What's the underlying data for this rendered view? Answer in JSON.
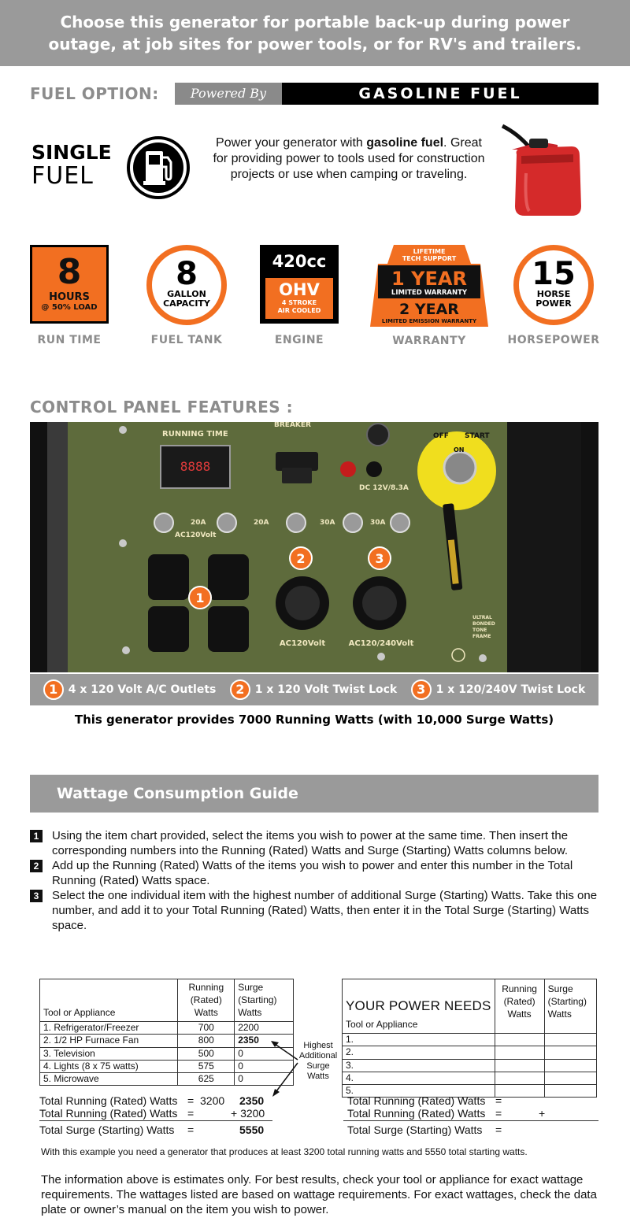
{
  "banner": {
    "line1": "Choose this generator for portable back-up during power",
    "line2": "outage, at job sites for power tools, or for RV's and trailers."
  },
  "fuel_option": {
    "label": "FUEL OPTION:",
    "powered_by": "Powered By",
    "fuel": "GASOLINE FUEL"
  },
  "single_fuel": {
    "line1": "SINGLE",
    "line2": "FUEL",
    "desc_pre": "Power your generator with ",
    "desc_bold": "gasoline fuel",
    "desc_post": ". Great for providing power to tools used for construction projects or use when camping or traveling."
  },
  "specs": {
    "run_time": {
      "big": "8",
      "mid": "HOURS",
      "small": "@ 50% LOAD",
      "caption": "RUN TIME"
    },
    "fuel_tank": {
      "big": "8",
      "l1": "GALLON",
      "l2": "CAPACITY",
      "caption": "FUEL TANK"
    },
    "engine": {
      "cc": "420cc",
      "ohv": "OHV",
      "l1": "4 STROKE",
      "l2": "AIR COOLED",
      "caption": "ENGINE"
    },
    "warranty": {
      "tech1": "LIFETIME",
      "tech2": "TECH SUPPORT",
      "year1": "1 YEAR",
      "limited": "LIMITED WARRANTY",
      "year2": "2 YEAR",
      "emission": "LIMITED EMISSION WARRANTY",
      "caption": "WARRANTY"
    },
    "horsepower": {
      "big": "15",
      "l1": "HORSE",
      "l2": "POWER",
      "caption": "HORSEPOWER"
    }
  },
  "control_panel": {
    "title": "CONTROL PANEL FEATURES :",
    "running_time": "RUNNING TIME",
    "meter": "8888",
    "breaker": "BREAKER",
    "dc": "DC 12V/8.3A",
    "on": "ON",
    "off": "OFF",
    "start": "START",
    "amp20a": "20A",
    "amp20b": "20A",
    "amp30a": "30A",
    "amp30b": "30A",
    "ac120": "AC120Volt",
    "ac120_twist": "AC120Volt",
    "ac120_240": "AC120/240Volt",
    "ground1": "ULTRAL",
    "ground2": "BONDED",
    "ground3": "TONE",
    "ground4": "FRAME",
    "marker1": "1",
    "marker2": "2",
    "marker3": "3"
  },
  "legend": [
    {
      "num": "1",
      "text": "4 x 120 Volt A/C Outlets"
    },
    {
      "num": "2",
      "text": "1 x 120 Volt Twist Lock"
    },
    {
      "num": "3",
      "text": "1 x 120/240V Twist Lock"
    }
  ],
  "watts_statement": "This generator provides 7000 Running Watts (with 10,000 Surge Watts)",
  "guide": {
    "title": "Wattage Consumption Guide",
    "steps": [
      {
        "num": "1",
        "text": "Using the item chart provided, select the items you wish to power at the same time. Then insert the corresponding numbers into the Running (Rated) Watts and Surge (Starting) Watts columns below."
      },
      {
        "num": "2",
        "text": "Add up the Running (Rated) Watts of the items you wish to power and enter this number in the Total Running (Rated) Watts space."
      },
      {
        "num": "3",
        "text": "Select the one individual item with the highest number of additional Surge (Starting) Watts. Take this one number, and add it to your Total Running (Rated) Watts, then enter it in the Total Surge (Starting) Watts space."
      }
    ]
  },
  "example_table": {
    "col_item": "Tool or Appliance",
    "col_run_1": "Running",
    "col_run_2": "(Rated)",
    "col_run_3": "Watts",
    "col_surge_1": "Surge",
    "col_surge_2": "(Starting)",
    "col_surge_3": "Watts",
    "rows": [
      {
        "item": "1. Refrigerator/Freezer",
        "run": "700",
        "surge": "2200"
      },
      {
        "item": "2. 1/2 HP Furnace Fan",
        "run": "800",
        "surge": "2350"
      },
      {
        "item": "3. Television",
        "run": "500",
        "surge": "0"
      },
      {
        "item": "4. Lights (8 x 75 watts)",
        "run": "575",
        "surge": "0"
      },
      {
        "item": "5. Microwave",
        "run": "625",
        "surge": "0"
      }
    ]
  },
  "highest_note": {
    "l1": "Highest",
    "l2": "Additional",
    "l3": "Surge",
    "l4": "Watts"
  },
  "needs_table": {
    "title": "YOUR POWER NEEDS",
    "col_item": "Tool or Appliance",
    "col_run_1": "Running",
    "col_run_2": "(Rated)",
    "col_run_3": "Watts",
    "col_surge_1": "Surge",
    "col_surge_2": "(Starting)",
    "col_surge_3": "Watts",
    "rows": [
      "1.",
      "2.",
      "3.",
      "4.",
      "5."
    ]
  },
  "totals_left": {
    "r1_label": "Total Running (Rated) Watts",
    "r1_eq": "=",
    "r1_val": "3200",
    "r1_surge": "2350",
    "r2_label": "Total Running (Rated) Watts",
    "r2_eq": "=",
    "r2_val": "+ 3200",
    "r3_label": "Total Surge (Starting) Watts",
    "r3_eq": "=",
    "r3_val": "5550"
  },
  "totals_right": {
    "r1_label": "Total Running (Rated) Watts",
    "r1_eq": "=",
    "r2_label": "Total Running (Rated) Watts",
    "r2_eq": "=",
    "r2_plus": "+",
    "r3_label": "Total Surge (Starting) Watts",
    "r3_eq": "="
  },
  "example_note": "With this example you need a generator that produces at least 3200 total running watts and 5550 total starting watts.",
  "disclaimer": "The information above is estimates only.  For best results, check your tool or appliance for exact wattage requirements. The wattages listed are based on wattage requirements. For exact wattages, check the data plate or owner’s manual on the item you wish to power.",
  "colors": {
    "accent_orange": "#f26f21",
    "banner_gray": "#9a9a9a",
    "panel_green": "#5e6b3c",
    "safety_yellow": "#f0de1e"
  }
}
